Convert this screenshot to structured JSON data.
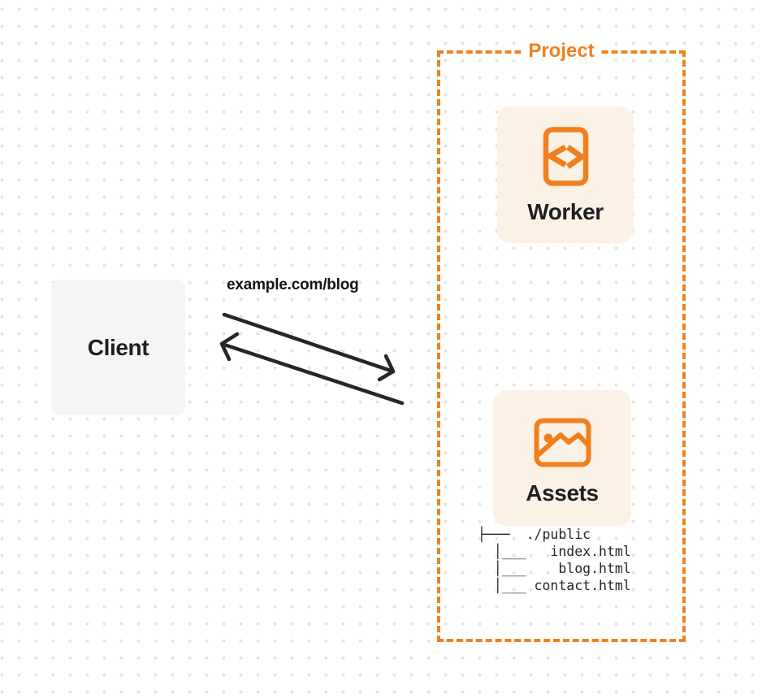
{
  "colors": {
    "accent_orange": "#f0801f",
    "card_fill": "#fcf1e5",
    "client_fill": "#f5f5f6",
    "arrow_and_text_dark": "#262626",
    "background_dot": "#e4e4e4"
  },
  "client": {
    "label": "Client"
  },
  "request": {
    "url": "example.com/blog"
  },
  "icons": {
    "worker": "code-file-icon",
    "assets": "image-icon"
  },
  "project": {
    "label": "Project",
    "worker": {
      "label": "Worker"
    },
    "assets": {
      "label": "Assets",
      "files": [
        "./public",
        "index.html",
        "blog.html",
        "contact.html"
      ],
      "file_tree_text": "├───  ./public\n  │___   index.html\n  │___    blog.html\n  │___ contact.html"
    }
  }
}
